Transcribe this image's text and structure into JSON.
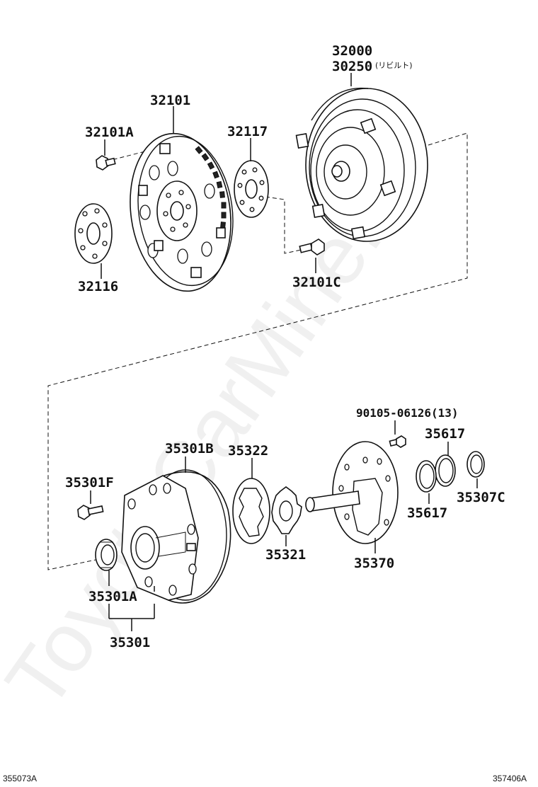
{
  "diagram": {
    "watermark": "ToyotaCarMine.ru",
    "corner_left": "355073A",
    "corner_right": "357406A",
    "parts": [
      {
        "id": "p32000",
        "number": "32000",
        "note": ""
      },
      {
        "id": "p30250",
        "number": "30250",
        "note": "(リビルト)"
      },
      {
        "id": "p32101",
        "number": "32101",
        "note": ""
      },
      {
        "id": "p32101A",
        "number": "32101A",
        "note": ""
      },
      {
        "id": "p32117",
        "number": "32117",
        "note": ""
      },
      {
        "id": "p32116",
        "number": "32116",
        "note": ""
      },
      {
        "id": "p32101C",
        "number": "32101C",
        "note": ""
      },
      {
        "id": "p90105",
        "number": "90105-06126(13)",
        "note": ""
      },
      {
        "id": "p35617a",
        "number": "35617",
        "note": ""
      },
      {
        "id": "p35301B",
        "number": "35301B",
        "note": ""
      },
      {
        "id": "p35322",
        "number": "35322",
        "note": ""
      },
      {
        "id": "p35301F",
        "number": "35301F",
        "note": ""
      },
      {
        "id": "p35307C",
        "number": "35307C",
        "note": ""
      },
      {
        "id": "p35617b",
        "number": "35617",
        "note": ""
      },
      {
        "id": "p35321",
        "number": "35321",
        "note": ""
      },
      {
        "id": "p35370",
        "number": "35370",
        "note": ""
      },
      {
        "id": "p35301A",
        "number": "35301A",
        "note": ""
      },
      {
        "id": "p35301",
        "number": "35301",
        "note": ""
      }
    ]
  }
}
